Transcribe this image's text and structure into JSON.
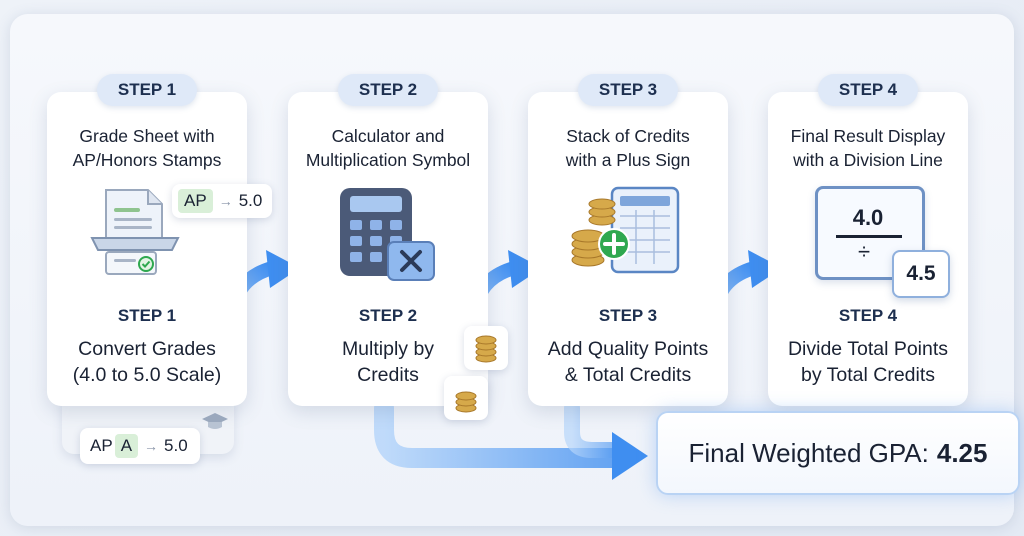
{
  "steps": [
    {
      "pill": "STEP 1",
      "title1": "Grade Sheet with",
      "title2": "AP/Honors Stamps",
      "label": "STEP 1",
      "desc1": "Convert Grades",
      "desc2": "(4.0 to 5.0 Scale)"
    },
    {
      "pill": "STEP 2",
      "title1": "Calculator and",
      "title2": "Multiplication Symbol",
      "label": "STEP 2",
      "desc1": "Multiply by",
      "desc2": "Credits"
    },
    {
      "pill": "STEP 3",
      "title1": "Stack of Credits",
      "title2": "with a Plus Sign",
      "label": "STEP 3",
      "desc1": "Add Quality Points",
      "desc2": "& Total Credits"
    },
    {
      "pill": "STEP 4",
      "title1": "Final Result Display",
      "title2": "with a Division Line",
      "label": "STEP 4",
      "desc1": "Divide Total Points",
      "desc2": "by Total Credits"
    }
  ],
  "chips": {
    "ap_tag": "AP",
    "ap_value": "5.0",
    "bottom_ap": "AP",
    "bottom_grade": "A",
    "bottom_value": "5.0"
  },
  "division": {
    "numerator": "4.0",
    "symbol": "÷",
    "denominator": "4.5"
  },
  "result": {
    "label": "Final Weighted GPA:",
    "value": "4.25"
  },
  "colors": {
    "accent": "#3f8ef0",
    "pill_bg": "#dfe9f8",
    "green": "#2fa84f",
    "coin": "#d6a94a"
  }
}
